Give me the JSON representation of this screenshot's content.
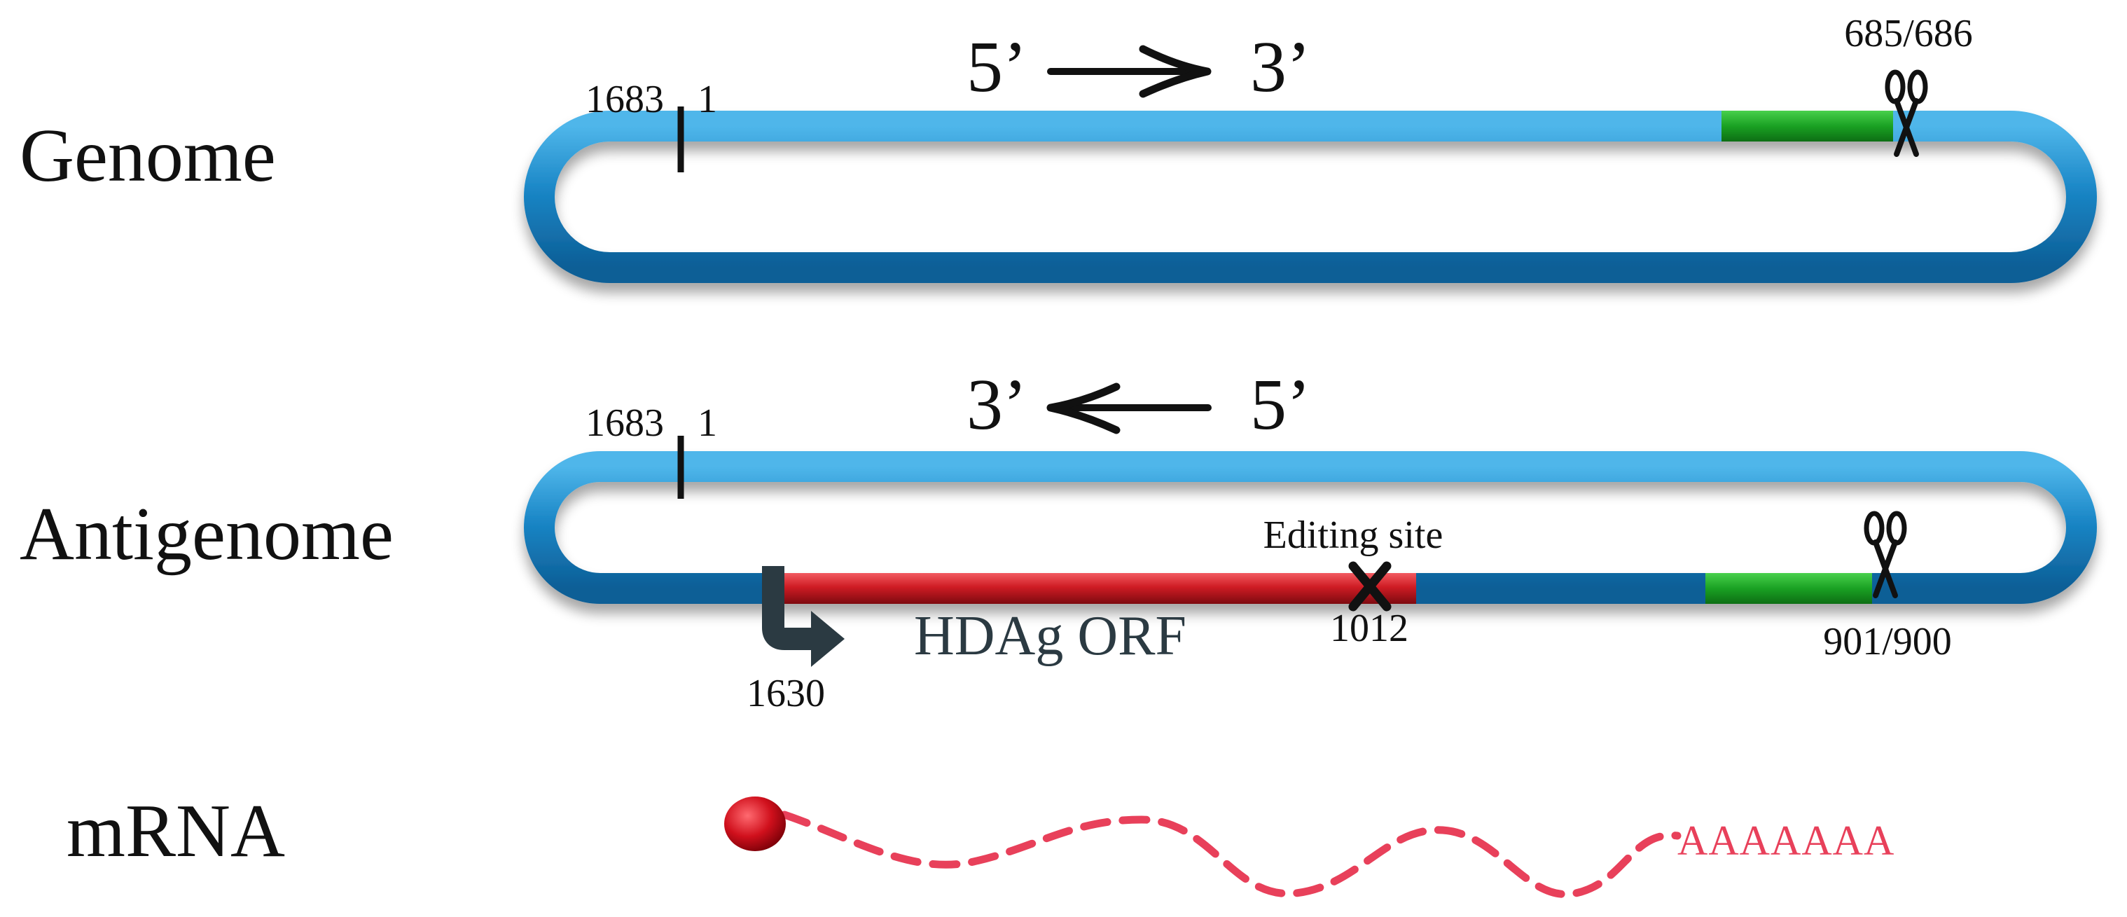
{
  "rows": {
    "genome": "Genome",
    "antigenome": "Antigenome",
    "mrna": "mRNA"
  },
  "genome": {
    "five_prime": "5’",
    "three_prime": "3’",
    "pos_left": "1683",
    "pos_right": "1",
    "ribozyme_site": "685/686"
  },
  "antigenome": {
    "three_prime": "3’",
    "five_prime": "5’",
    "pos_left": "1683",
    "pos_right": "1",
    "editing_label": "Editing site",
    "editing_pos": "1012",
    "orf_label": "HDAg ORF",
    "start_pos": "1630",
    "ribozyme_site": "901/900"
  },
  "mrna": {
    "polya": "AAAAAAA"
  },
  "colors": {
    "rna_strand": "#1e88c8",
    "ribozyme": "#1fa52a",
    "orf": "#c0141e",
    "mrna": "#e8405a",
    "arrow": "#2b3a42"
  },
  "icons": {
    "cleavage": "scissors-icon",
    "editing": "x-mark-icon",
    "transcription_start": "bent-arrow-icon"
  }
}
